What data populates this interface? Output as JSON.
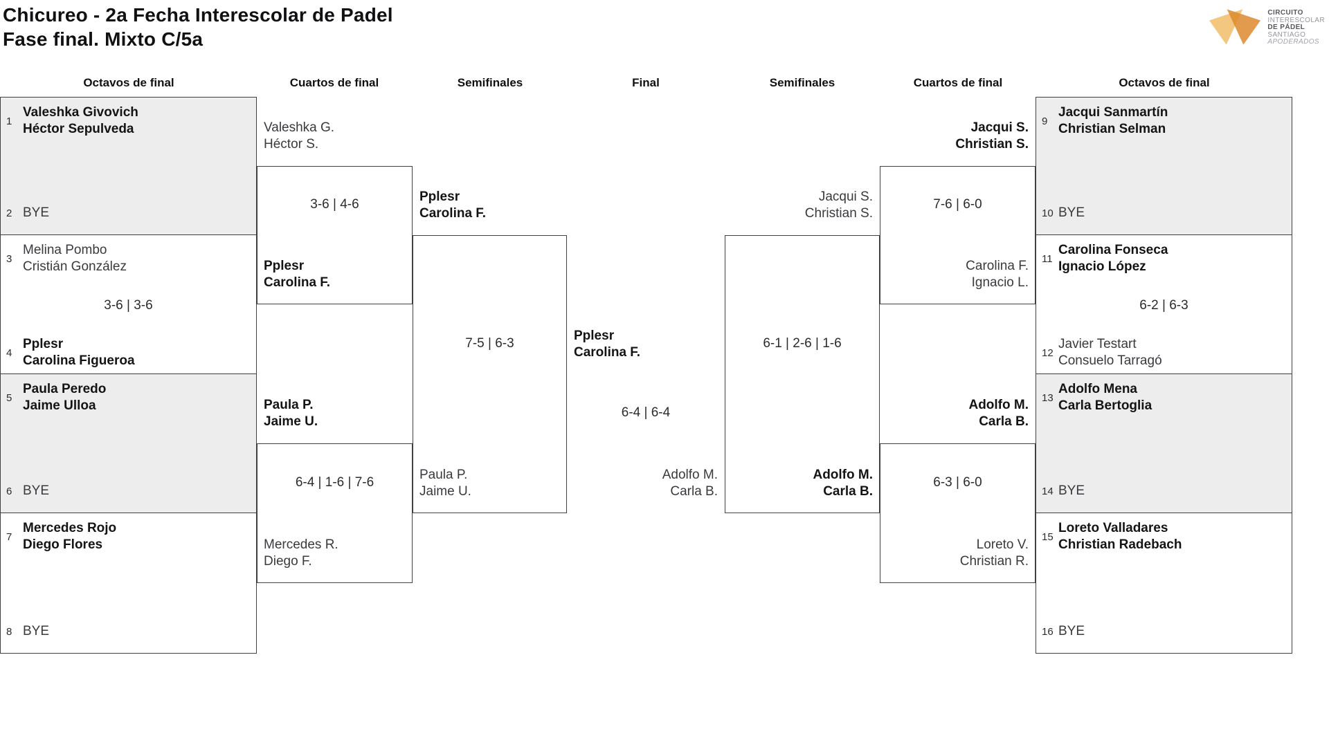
{
  "title": {
    "line1": "Chicureo - 2a Fecha Interescolar de Padel",
    "line2": "Fase final. Mixto C/5a"
  },
  "logo": {
    "line1": "CIRCUITO",
    "line2": "INTERESCOLAR",
    "line3": "DE PÁDEL",
    "line4": "SANTIAGO",
    "line5": "APODERADOS",
    "color_light": "#f2bd6b",
    "color_dark": "#dd8a2e"
  },
  "round_headers": [
    {
      "label": "Octavos de final"
    },
    {
      "label": "Cuartos de final"
    },
    {
      "label": "Semifinales"
    },
    {
      "label": "Final"
    },
    {
      "label": "Semifinales"
    },
    {
      "label": "Cuartos de final"
    },
    {
      "label": "Octavos de final"
    }
  ],
  "first_round": [
    {
      "match": "1-2",
      "side": "left",
      "row": 0,
      "shaded": true,
      "score": "",
      "top": {
        "seed": "1",
        "lines": [
          "Valeshka Givovich",
          "Héctor Sepulveda"
        ],
        "winner": true
      },
      "bottom": {
        "seed": "2",
        "lines": [
          "BYE"
        ],
        "winner": false
      }
    },
    {
      "match": "3-4",
      "side": "left",
      "row": 1,
      "shaded": false,
      "score": "3-6 | 3-6",
      "top": {
        "seed": "3",
        "lines": [
          "Melina Pombo",
          "Cristián González"
        ],
        "winner": false
      },
      "bottom": {
        "seed": "4",
        "lines": [
          "Pplesr",
          "Carolina Figueroa"
        ],
        "winner": true
      }
    },
    {
      "match": "5-6",
      "side": "left",
      "row": 2,
      "shaded": true,
      "score": "",
      "top": {
        "seed": "5",
        "lines": [
          "Paula Peredo",
          "Jaime Ulloa"
        ],
        "winner": true
      },
      "bottom": {
        "seed": "6",
        "lines": [
          "BYE"
        ],
        "winner": false
      }
    },
    {
      "match": "7-8",
      "side": "left",
      "row": 3,
      "shaded": false,
      "score": "",
      "top": {
        "seed": "7",
        "lines": [
          "Mercedes Rojo",
          "Diego Flores"
        ],
        "winner": true
      },
      "bottom": {
        "seed": "8",
        "lines": [
          "BYE"
        ],
        "winner": false
      }
    },
    {
      "match": "9-10",
      "side": "right",
      "row": 0,
      "shaded": true,
      "score": "",
      "top": {
        "seed": "9",
        "lines": [
          "Jacqui Sanmartín",
          "Christian Selman"
        ],
        "winner": true
      },
      "bottom": {
        "seed": "10",
        "lines": [
          "BYE"
        ],
        "winner": false
      }
    },
    {
      "match": "11-12",
      "side": "right",
      "row": 1,
      "shaded": false,
      "score": "6-2 | 6-3",
      "top": {
        "seed": "11",
        "lines": [
          "Carolina Fonseca",
          "Ignacio López"
        ],
        "winner": true
      },
      "bottom": {
        "seed": "12",
        "lines": [
          "Javier Testart",
          "Consuelo Tarragó"
        ],
        "winner": false
      }
    },
    {
      "match": "13-14",
      "side": "right",
      "row": 2,
      "shaded": true,
      "score": "",
      "top": {
        "seed": "13",
        "lines": [
          "Adolfo Mena",
          "Carla Bertoglia"
        ],
        "winner": true
      },
      "bottom": {
        "seed": "14",
        "lines": [
          "BYE"
        ],
        "winner": false
      }
    },
    {
      "match": "15-16",
      "side": "right",
      "row": 3,
      "shaded": false,
      "score": "",
      "top": {
        "seed": "15",
        "lines": [
          "Loreto Valladares",
          "Christian Radebach"
        ],
        "winner": true
      },
      "bottom": {
        "seed": "16",
        "lines": [
          "BYE"
        ],
        "winner": false
      }
    }
  ],
  "later_rounds": [
    {
      "id": "cuartos-left-top",
      "col": "qf-left",
      "slot": 0,
      "score": "3-6 | 4-6",
      "top": {
        "lines": [
          "Valeshka G.",
          "Héctor S."
        ],
        "winner": false
      },
      "bottom": {
        "lines": [
          "Pplesr",
          "Carolina F."
        ],
        "winner": true
      }
    },
    {
      "id": "cuartos-left-bottom",
      "col": "qf-left",
      "slot": 1,
      "score": "6-4 | 1-6 | 7-6",
      "top": {
        "lines": [
          "Paula P.",
          "Jaime U."
        ],
        "winner": true
      },
      "bottom": {
        "lines": [
          "Mercedes R.",
          "Diego F."
        ],
        "winner": false
      }
    },
    {
      "id": "semifinal-left",
      "col": "sf-left",
      "slot": 0,
      "score": "7-5 | 6-3",
      "top": {
        "lines": [
          "Pplesr",
          "Carolina F."
        ],
        "winner": true
      },
      "bottom": {
        "lines": [
          "Paula P.",
          "Jaime U."
        ],
        "winner": false
      }
    },
    {
      "id": "semifinal-right",
      "col": "sf-right",
      "slot": 0,
      "score": "6-1 | 2-6 | 1-6",
      "top": {
        "lines": [
          "Jacqui S.",
          "Christian S."
        ],
        "winner": false
      },
      "bottom": {
        "lines": [
          "Adolfo M.",
          "Carla B."
        ],
        "winner": true
      }
    },
    {
      "id": "cuartos-right-top",
      "col": "qf-right",
      "slot": 0,
      "score": "7-6 | 6-0",
      "top": {
        "lines": [
          "Jacqui S.",
          "Christian S."
        ],
        "winner": true
      },
      "bottom": {
        "lines": [
          "Carolina F.",
          "Ignacio L."
        ],
        "winner": false
      }
    },
    {
      "id": "cuartos-right-bottom",
      "col": "qf-right",
      "slot": 1,
      "score": "6-3 | 6-0",
      "top": {
        "lines": [
          "Adolfo M.",
          "Carla B."
        ],
        "winner": true
      },
      "bottom": {
        "lines": [
          "Loreto V.",
          "Christian R."
        ],
        "winner": false
      }
    }
  ],
  "final_match": {
    "score": "6-4 | 6-4",
    "left": {
      "lines": [
        "Pplesr",
        "Carolina F."
      ],
      "winner": true
    },
    "right": {
      "lines": [
        "Adolfo M.",
        "Carla B."
      ],
      "winner": false
    }
  }
}
